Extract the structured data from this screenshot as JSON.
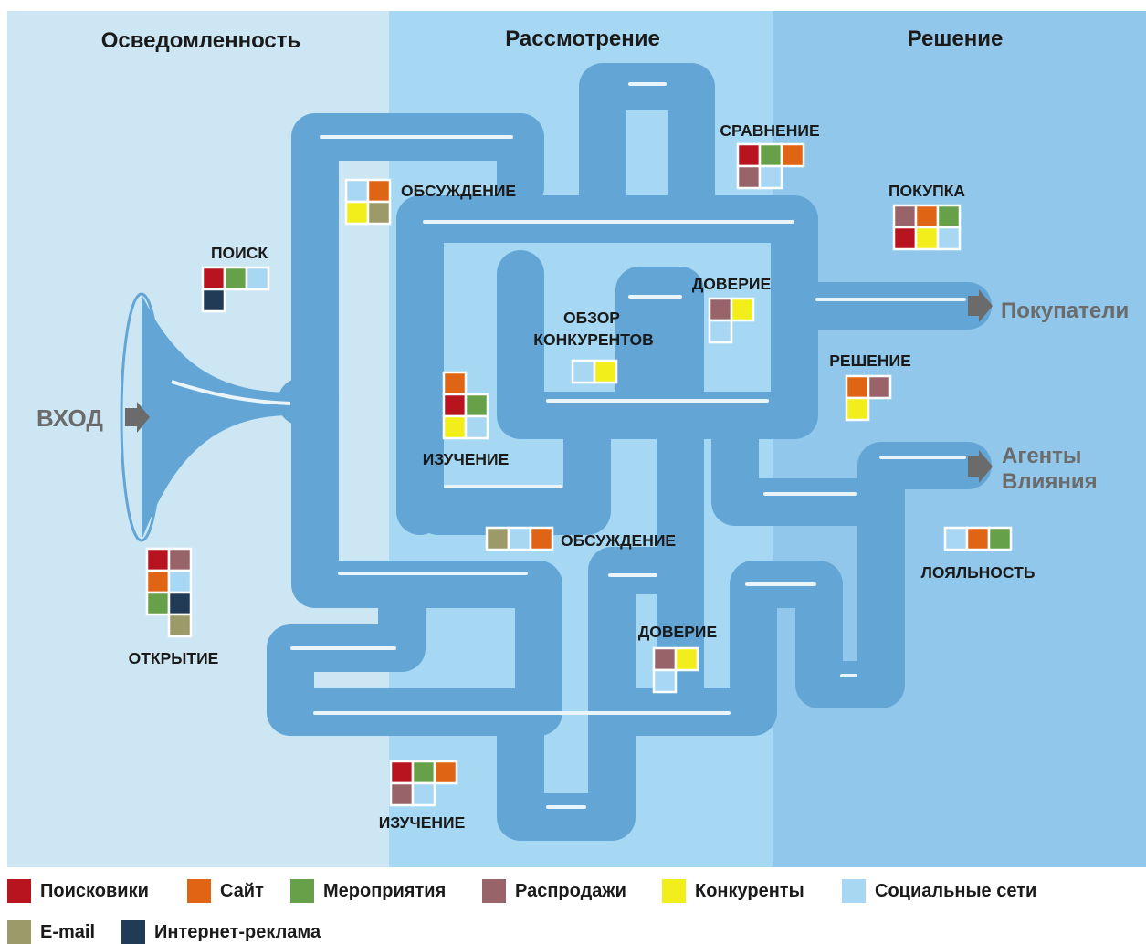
{
  "colors": {
    "Поисковики": "#b7141f",
    "Сайт": "#df6414",
    "Мероприятия": "#66a14a",
    "Распродажи": "#98646a",
    "Конкуренты": "#f1ee1c",
    "Социальные сети": "#a7d7f2",
    "E-mail": "#9c9a68",
    "Интернет-реклама": "#213a55",
    "pipe": "#63a6d6",
    "stage_bg": [
      "#cde6f3",
      "#a6d8f4",
      "#90c7ea"
    ],
    "arrow": "#6b6b6b"
  },
  "stages": [
    "Осведомленность",
    "Рассмотрение",
    "Решение"
  ],
  "entry_label": "ВХОД",
  "exits": [
    {
      "id": "buyers",
      "lines": [
        "Покупатели"
      ]
    },
    {
      "id": "agents",
      "lines": [
        "Агенты",
        "Влияния"
      ]
    }
  ],
  "touchpoints": [
    {
      "id": "search",
      "label": [
        "ПОИСК"
      ],
      "channels": [
        [
          "Поисковики",
          "Мероприятия",
          "Социальные сети"
        ],
        [
          "Интернет-реклама"
        ]
      ]
    },
    {
      "id": "discovery",
      "label": [
        "ОТКРЫТИЕ"
      ],
      "channels": [
        [
          "Поисковики",
          "Распродажи"
        ],
        [
          "Сайт",
          "Социальные сети"
        ],
        [
          "Мероприятия",
          "Интернет-реклама"
        ],
        [
          null,
          "E-mail"
        ]
      ]
    },
    {
      "id": "discussion-1",
      "label": [
        "ОБСУЖДЕНИЕ"
      ],
      "channels": [
        [
          "Социальные сети",
          "Сайт"
        ],
        [
          "Конкуренты",
          "E-mail"
        ]
      ]
    },
    {
      "id": "comparison",
      "label": [
        "СРАВНЕНИЕ"
      ],
      "channels": [
        [
          "Поисковики",
          "Мероприятия",
          "Сайт"
        ],
        [
          "Распродажи",
          "Социальные сети"
        ]
      ]
    },
    {
      "id": "purchase",
      "label": [
        "ПОКУПКА"
      ],
      "channels": [
        [
          "Распродажи",
          "Сайт",
          "Мероприятия"
        ],
        [
          "Поисковики",
          "Конкуренты",
          "Социальные сети"
        ]
      ]
    },
    {
      "id": "trust-1",
      "label": [
        "ДОВЕРИЕ"
      ],
      "channels": [
        [
          "Распродажи",
          "Конкуренты"
        ],
        [
          "Социальные сети"
        ]
      ]
    },
    {
      "id": "competitors-review",
      "label": [
        "ОБЗОР",
        "КОНКУРЕНТОВ"
      ],
      "channels": [
        [
          "Социальные сети",
          "Конкуренты"
        ]
      ]
    },
    {
      "id": "study-1",
      "label": [
        "ИЗУЧЕНИЕ"
      ],
      "channels": [
        [
          "Сайт"
        ],
        [
          "Поисковики",
          "Мероприятия"
        ],
        [
          "Конкуренты",
          "Социальные сети"
        ]
      ]
    },
    {
      "id": "decision",
      "label": [
        "РЕШЕНИЕ"
      ],
      "channels": [
        [
          "Сайт",
          "Распродажи"
        ],
        [
          "Конкуренты"
        ]
      ]
    },
    {
      "id": "discussion-2",
      "label": [
        "ОБСУЖДЕНИЕ"
      ],
      "channels": [
        [
          "E-mail",
          "Социальные сети",
          "Сайт"
        ]
      ]
    },
    {
      "id": "loyalty",
      "label": [
        "ЛОЯЛЬНОСТЬ"
      ],
      "channels": [
        [
          "Социальные сети",
          "Сайт",
          "Мероприятия"
        ]
      ]
    },
    {
      "id": "trust-2",
      "label": [
        "ДОВЕРИЕ"
      ],
      "channels": [
        [
          "Распродажи",
          "Конкуренты"
        ],
        [
          "Социальные сети"
        ]
      ]
    },
    {
      "id": "study-2",
      "label": [
        "ИЗУЧЕНИЕ"
      ],
      "channels": [
        [
          "Поисковики",
          "Мероприятия",
          "Сайт"
        ],
        [
          "Распродажи",
          "Социальные сети"
        ]
      ]
    }
  ],
  "legend": [
    "Поисковики",
    "Сайт",
    "Мероприятия",
    "Распродажи",
    "Конкуренты",
    "Социальные сети",
    "E-mail",
    "Интернет-реклама"
  ]
}
